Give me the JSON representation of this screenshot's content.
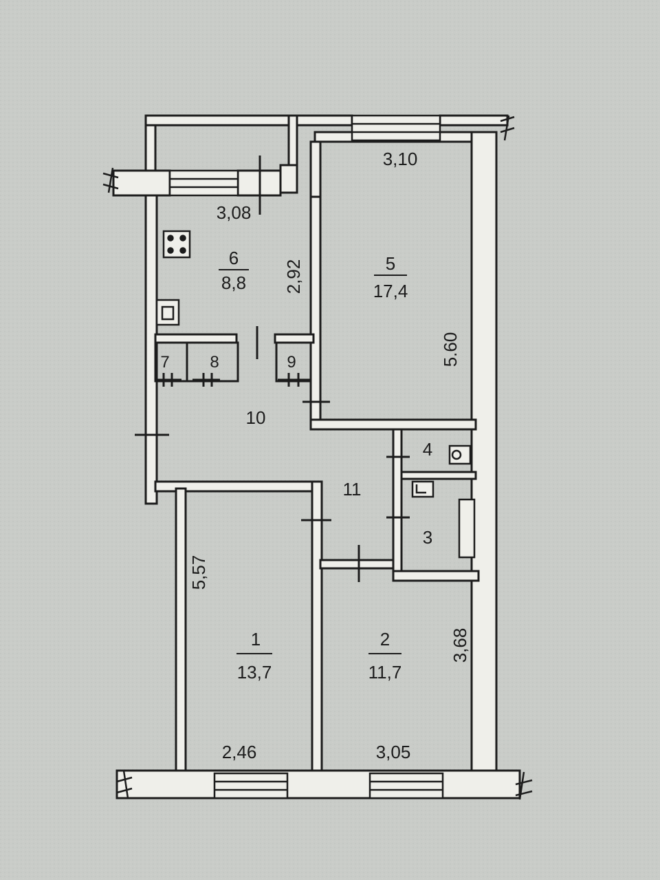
{
  "rooms": [
    {
      "number": "1",
      "area": "13,7"
    },
    {
      "number": "2",
      "area": "11,7"
    },
    {
      "number": "3"
    },
    {
      "number": "4"
    },
    {
      "number": "5",
      "area": "17,4"
    },
    {
      "number": "6",
      "area": "8,8"
    },
    {
      "number": "7"
    },
    {
      "number": "8"
    },
    {
      "number": "9"
    },
    {
      "number": "10"
    },
    {
      "number": "11"
    }
  ],
  "dimensions": {
    "kitchen_width": "3,08",
    "kitchen_depth": "2,92",
    "room5_width": "3,10",
    "room5_length": "5.60",
    "room1_length": "5,57",
    "room1_width": "2,46",
    "room2_width": "3,05",
    "room2_length": "3,68"
  },
  "icons": [
    "stove-icon",
    "sink-icon",
    "washbasin-icon",
    "toilet-icon",
    "bathtub-icon"
  ],
  "colors": {
    "paper": "#c9ccc8",
    "wall": "#efefea",
    "ink": "#1c1c1c"
  }
}
